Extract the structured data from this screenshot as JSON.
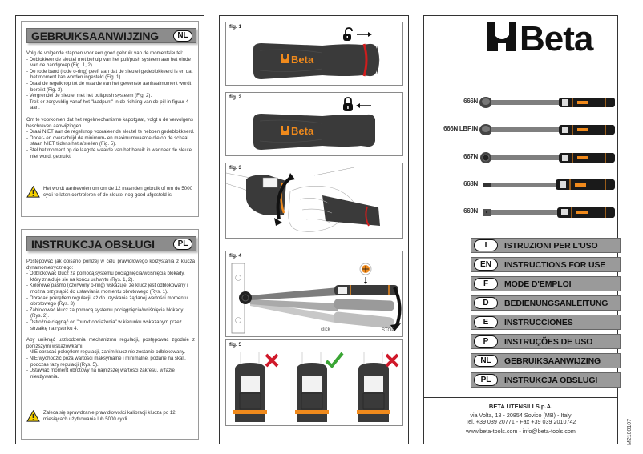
{
  "left_panel": {
    "nl": {
      "title": "GEBRUIKSAANWIJZING",
      "badge": "NL",
      "intro": "Volg de volgende stappen voor een goed gebruik van de momentsleutel:",
      "steps": [
        "- Deblokkeer de sleutel met behulp van het pull/push systeem aan het einde van de handgreep (Fig. 1, 2).",
        "- De rode band (rode o-ring) geeft aan dat de sleutel gedeblokkeerd is en dat het moment kan worden ingesteld (Fig. 1).",
        "- Draai de regelknop tot de waarde van het gewenste aanhaalmoment wordt bereikt (Fig. 3).",
        "- Vergrendel de sleutel met het pull/push systeem (Fig. 2).",
        "- Trek er zorgvuldig vanaf het \"laadpunt\" in de richting van de pijl in figuur 4 aan."
      ],
      "intro2": "Om te voorkomen dat het regelmechanisme kapotgaat, volgt u de vervolgens beschreven aanwijzingen.",
      "cautions": [
        "- Draai NIET aan de regelknop vooraleer de sleutel te hebben gedeblokkeerd.",
        "- Onder- en overschrijd de minimum- en maximumwaarde die op de schaal staan NIET tijdens het afstellen (Fig. 5).",
        "- Stel het moment op de laagste waarde van het bereik in wanneer de sleutel niet wordt gebruikt."
      ],
      "warning": "Het wordt aanbevolen om om de 12 maanden gebruik of om de 5000 cycli te laten controleren of de sleutel nog goed afgesteld is."
    },
    "pl": {
      "title": "INSTRUKCJA OBSŁUGI",
      "badge": "PL",
      "intro": "Postępować jak opisano poniżej w celu prawidłowego korzystania z klucza dynamometrycznego:",
      "steps": [
        "- Odblokować klucz za pomocą systemu pociągnięcia/wciśnięcia blokady, który znajduje się na końcu uchwytu (Rys. 1, 2).",
        "- Kolorowe pasmo (czerwony o-ring) wskazuje, że klucz jest odblokowany i można przystąpić do ustawiania momentu obrotowego (Rys. 1).",
        "- Obracać pokrętłem regulacji, aż do uzyskania żądanej wartości momentu obrotowego (Rys. 3).",
        "- Zablokować klucz za pomocą systemu pociągnięcia/wciśnięcia blokady (Rys. 2).",
        "- Ostrożnie ciągnąć od \"punkt obciążenia\" w kierunku wskazanym przez strzałkę na rysunku 4."
      ],
      "intro2": "Aby uniknąć uszkodzenia mechanizmu regulacji, postępować zgodnie z poniższymi wskazówkami.",
      "cautions": [
        "- NIE obracać pokrętłem regulacji, zanim klucz nie zostanie odblokowany.",
        "- NIE wychodzić poza wartości maksymalne i minimalne, podane na skali, podczas fazy regulacji (Rys. 5).",
        "- Ustawiać moment obrotowy na najniższej wartości zakresu, w fazie nieużywania."
      ],
      "warning": "Zaleca się sprawdzanie prawidłowości kalibracji klucza po 12 miesiącach użytkowania lub 5000 cykli."
    }
  },
  "middle_panel": {
    "figures": [
      {
        "label": "fig. 1",
        "icon": "unlocked-padlock",
        "arrow": "right",
        "brand": "Beta"
      },
      {
        "label": "fig. 2",
        "icon": "locked-padlock",
        "arrow": "left",
        "brand": "Beta"
      },
      {
        "label": "fig. 3"
      },
      {
        "label": "fig. 4",
        "click_text": "click",
        "stop_text": "STOP"
      },
      {
        "label": "fig. 5"
      }
    ]
  },
  "right_panel": {
    "brand": "Beta",
    "models": [
      "666N",
      "666N LBF.IN",
      "667N",
      "668N",
      "669N"
    ],
    "languages": [
      {
        "code": "I",
        "label": "ISTRUZIONI PER L'USO"
      },
      {
        "code": "EN",
        "label": "INSTRUCTIONS FOR USE"
      },
      {
        "code": "F",
        "label": "MODE D'EMPLOI"
      },
      {
        "code": "D",
        "label": "BEDIENUNGSANLEITUNG"
      },
      {
        "code": "E",
        "label": "INSTRUCCIONES"
      },
      {
        "code": "P",
        "label": "INSTRUÇÕES DE USO"
      },
      {
        "code": "NL",
        "label": "GEBRUIKSAANWIJZING"
      },
      {
        "code": "PL",
        "label": "INSTRUKCJA OBSLUGI"
      }
    ],
    "footer": {
      "company": "BETA UTENSILI S.p.A.",
      "address": "via Volta, 18 - 20854 Sovico (MB) - Italy",
      "phone": "Tel. +39 039 20771 - Fax +39 039 2010742",
      "web": "www.beta-tools.com - info@beta-tools.com"
    },
    "doc_code": "M2100107"
  },
  "colors": {
    "brand_orange": "#f08a1c",
    "grip_dark": "#3a3a3a",
    "oring_red": "#d01c1c",
    "header_gray": "#8c8c8c",
    "lang_bar_gray": "#9a9a9a",
    "cross_red": "#d0192a",
    "check_green": "#3aa534",
    "warning_yellow": "#f5d100"
  }
}
